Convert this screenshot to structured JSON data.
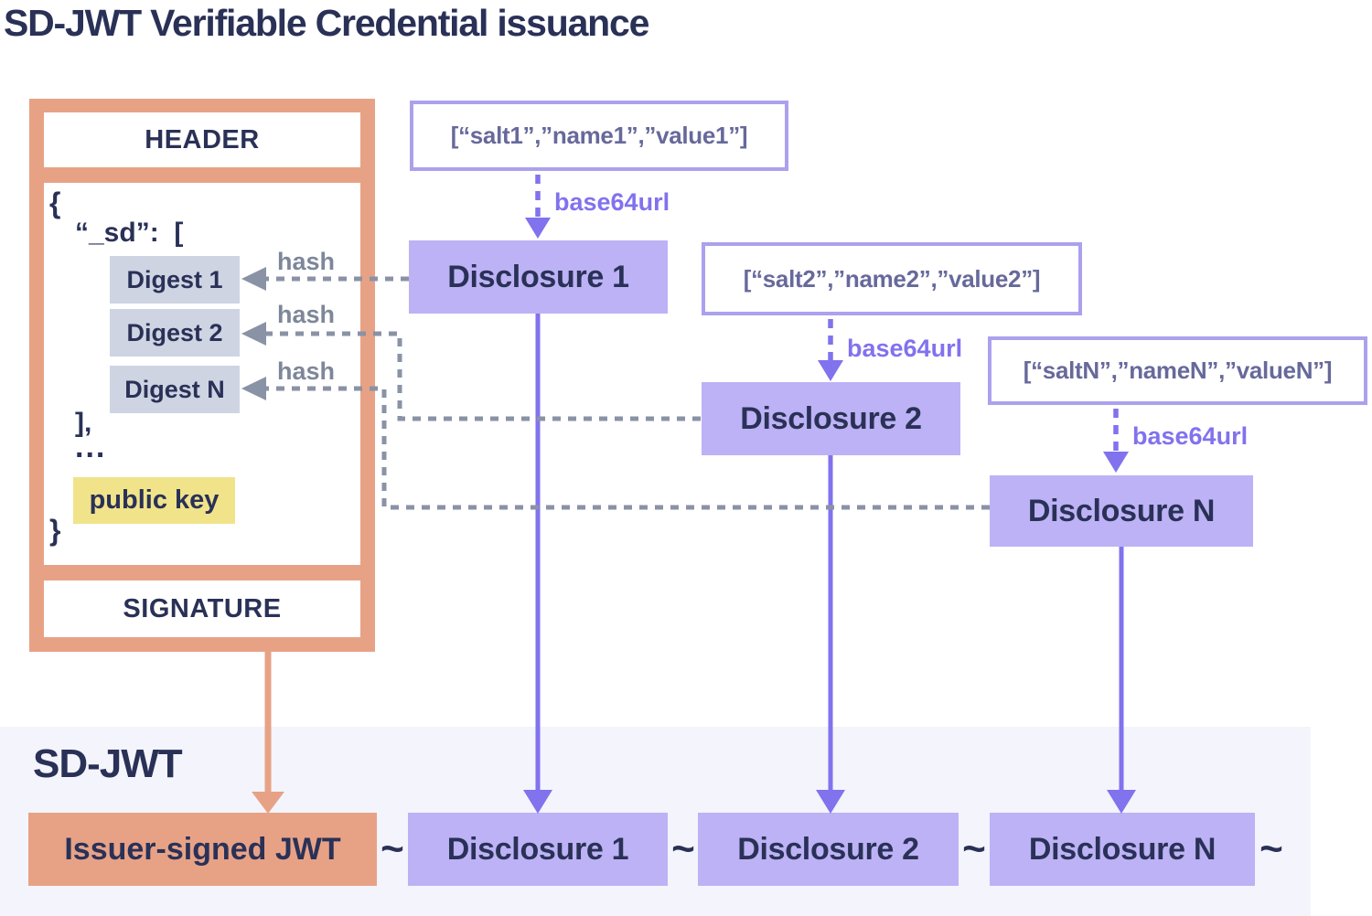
{
  "title": "SD-JWT Verifiable Credential issuance",
  "colors": {
    "navy": "#2A3157",
    "salmon": "#E7A286",
    "purplefill": "#BDB2F5",
    "purpleborder": "#ABA1ED",
    "tupletext": "#67699B",
    "accent": "#8172EE",
    "grayline": "#8A92A5",
    "graytext": "#7E8799",
    "digestfill": "#CED4E2",
    "yellow": "#F0E38A",
    "bandbg": "#F4F4FC",
    "white": "#FFFFFF"
  },
  "jwt_box": {
    "header_label": "HEADER",
    "signature_label": "SIGNATURE",
    "payload": {
      "open_brace": "{",
      "sd_open": "“_sd”:  [",
      "digests": [
        "Digest 1",
        "Digest 2",
        "Digest N"
      ],
      "sd_close": "],",
      "ellipsis": "...",
      "public_key": "public key",
      "close_brace": "}"
    }
  },
  "edge_labels": {
    "hash": "hash",
    "base64url": "base64url"
  },
  "disclosures": [
    {
      "tuple": "[“salt1”,”name1”,”value1”]",
      "label": "Disclosure 1"
    },
    {
      "tuple": "[“salt2”,”name2”,”value2”]",
      "label": "Disclosure 2"
    },
    {
      "tuple": "[“saltN”,”nameN”,”valueN”]",
      "label": "Disclosure N"
    }
  ],
  "sd_jwt_band": {
    "title": "SD-JWT",
    "issuer_jwt": "Issuer-signed JWT",
    "separator": "~",
    "disclosures": [
      "Disclosure 1",
      "Disclosure 2",
      "Disclosure N"
    ]
  }
}
